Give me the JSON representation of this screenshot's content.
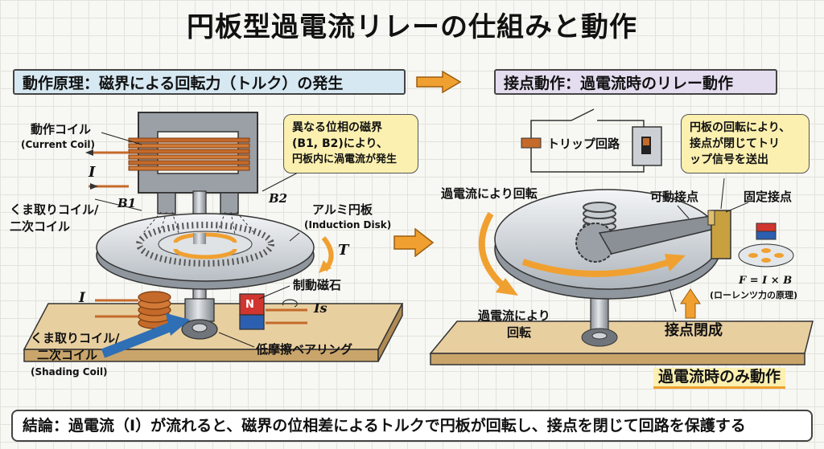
{
  "title": "円板型過電流リレーの仕組みと動作",
  "left_header": "動作原理：磁界による回転力（トルク）の発生",
  "right_header": "接点動作：過電流時のリレー動作",
  "labels": {
    "operating_coil": "動作コイル",
    "operating_coil_en": "(Current Coil)",
    "current_I": "I",
    "shading_coil_top": "くま取りコイル/",
    "shading_coil_top_2": "二次コイル",
    "B1": "B1",
    "B2": "B2",
    "phase_bubble": [
      "異なる位相の磁界",
      "(B1, B2)により、",
      "円板内に渦電流が発生"
    ],
    "aluminum_disk": "アルミ円板",
    "aluminum_disk_en": "(Induction Disk)",
    "torque_T": "T",
    "brake_magnet": "制動磁石",
    "current_I_bar": "I",
    "current_Is": "Is",
    "magnet_N": "N",
    "shading_coil_bottom": "くま取りコイル/",
    "shading_coil_bottom_2": "二次コイル",
    "shading_coil_en": "(Shading Coil)",
    "bearing": "低摩擦ベアリング",
    "trip_circuit": "トリップ回路",
    "contact_bubble": [
      "円板の回転により、",
      "接点が閉じてトリ",
      "ップ信号を送出"
    ],
    "movable_contact": "可動接点",
    "fixed_contact": "固定接点",
    "rotation_top": "過電流により回転",
    "rotation_bottom": [
      "過電流により",
      "回転"
    ],
    "contact_closed": "接点閉成",
    "lorentz_formula": "F = I × B",
    "lorentz_caption": "(ローレンツ力の原理)",
    "overcurrent_only": "過電流時のみ動作"
  },
  "conclusion": "結論：過電流（I）が流れると、磁界の位相差によるトルクで円板が回転し、接点を閉じて回路を保護する",
  "colors": {
    "header_left_bg": "#d6e8f2",
    "header_right_bg": "#e4dcef",
    "bubble_bg": "#fbf0b0",
    "coil_copper": "#c46a2a",
    "arrow_orange": "#f0a030",
    "arrow_blue": "#2f6fb5",
    "base_wood": "#e8cfa0"
  }
}
